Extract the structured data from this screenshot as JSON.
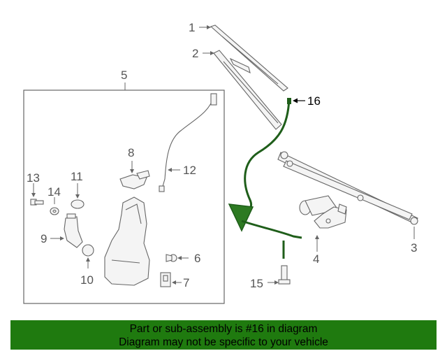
{
  "callouts": {
    "c1": "1",
    "c2": "2",
    "c3": "3",
    "c4": "4",
    "c5": "5",
    "c6": "6",
    "c7": "7",
    "c8": "8",
    "c9": "9",
    "c10": "10",
    "c11": "11",
    "c12": "12",
    "c13": "13",
    "c14": "14",
    "c15": "15",
    "c16": "16"
  },
  "highlighted_part": "16",
  "colors": {
    "highlight": "#1f5e1a",
    "highlight_fill": "#2d7a22",
    "banner": "#1f7a0f",
    "line": "#666666"
  },
  "banner": {
    "line1": "Part or sub-assembly is #16 in diagram",
    "line2": "Diagram may not be specific to your vehicle"
  }
}
